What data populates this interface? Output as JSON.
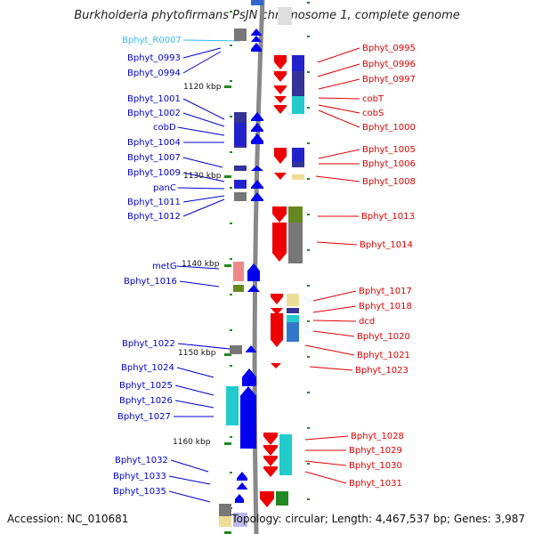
{
  "title": "Burkholderia phytofirmans PsJN chromosome 1, complete genome",
  "accession": "Accession: NC_010681",
  "topology": "Topology: circular; Length: 4,467,537 bp; Genes: 3,987",
  "scale_marks": [
    "1120 kbp",
    "1130 kbp",
    "1140 kbp",
    "1150 kbp",
    "1160 kbp"
  ],
  "left_labels": [
    {
      "text": "Bphyt_R0007",
      "color": "#33bbee"
    },
    {
      "text": "Bphyt_0993",
      "color": "#0000cc"
    },
    {
      "text": "Bphyt_0994",
      "color": "#0000cc"
    },
    {
      "text": "Bphyt_1001",
      "color": "#0000cc"
    },
    {
      "text": "Bphyt_1002",
      "color": "#0000cc"
    },
    {
      "text": "cobD",
      "color": "#0000cc"
    },
    {
      "text": "Bphyt_1004",
      "color": "#0000cc"
    },
    {
      "text": "Bphyt_1007",
      "color": "#0000cc"
    },
    {
      "text": "Bphyt_1009",
      "color": "#0000cc"
    },
    {
      "text": "panC",
      "color": "#0000cc"
    },
    {
      "text": "Bphyt_1011",
      "color": "#0000cc"
    },
    {
      "text": "Bphyt_1012",
      "color": "#0000cc"
    },
    {
      "text": "metG",
      "color": "#0000cc"
    },
    {
      "text": "Bphyt_1016",
      "color": "#0000cc"
    },
    {
      "text": "Bphyt_1022",
      "color": "#0000cc"
    },
    {
      "text": "Bphyt_1024",
      "color": "#0000cc"
    },
    {
      "text": "Bphyt_1025",
      "color": "#0000cc"
    },
    {
      "text": "Bphyt_1026",
      "color": "#0000cc"
    },
    {
      "text": "Bphyt_1027",
      "color": "#0000cc"
    },
    {
      "text": "Bphyt_1032",
      "color": "#0000cc"
    },
    {
      "text": "Bphyt_1033",
      "color": "#0000cc"
    },
    {
      "text": "Bphyt_1035",
      "color": "#0000cc"
    }
  ],
  "right_labels": [
    {
      "text": "Bphyt_0995",
      "color": "#dd0000"
    },
    {
      "text": "Bphyt_0996",
      "color": "#dd0000"
    },
    {
      "text": "Bphyt_0997",
      "color": "#dd0000"
    },
    {
      "text": "cobT",
      "color": "#dd0000"
    },
    {
      "text": "cobS",
      "color": "#dd0000"
    },
    {
      "text": "Bphyt_1000",
      "color": "#dd0000"
    },
    {
      "text": "Bphyt_1005",
      "color": "#dd0000"
    },
    {
      "text": "Bphyt_1006",
      "color": "#dd0000"
    },
    {
      "text": "Bphyt_1008",
      "color": "#dd0000"
    },
    {
      "text": "Bphyt_1013",
      "color": "#dd0000"
    },
    {
      "text": "Bphyt_1014",
      "color": "#dd0000"
    },
    {
      "text": "Bphyt_1017",
      "color": "#dd0000"
    },
    {
      "text": "Bphyt_1018",
      "color": "#dd0000"
    },
    {
      "text": "dcd",
      "color": "#dd0000"
    },
    {
      "text": "Bphyt_1020",
      "color": "#dd0000"
    },
    {
      "text": "Bphyt_1021",
      "color": "#dd0000"
    },
    {
      "text": "Bphyt_1023",
      "color": "#dd0000"
    },
    {
      "text": "Bphyt_1028",
      "color": "#dd0000"
    },
    {
      "text": "Bphyt_1029",
      "color": "#dd0000"
    },
    {
      "text": "Bphyt_1030",
      "color": "#dd0000"
    },
    {
      "text": "Bphyt_1031",
      "color": "#dd0000"
    }
  ],
  "colors": {
    "forward_gene": "#0000ee",
    "reverse_gene": "#ee0000",
    "cog_cyan": "#22cccc",
    "cog_gray": "#777777",
    "cog_navy": "#333399",
    "cog_olive": "#668822",
    "cog_pink": "#ee8888",
    "cog_khaki": "#eedd99",
    "backbone": "#888888",
    "tick": "#228822"
  }
}
